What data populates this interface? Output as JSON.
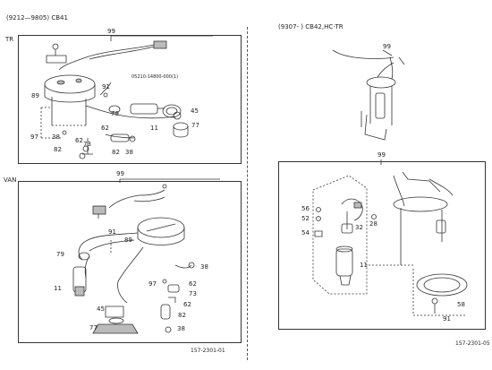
{
  "left": {
    "header": "(9212—9805) CB41",
    "tr": {
      "label": "TR",
      "assembly_no": "99",
      "part_no_note": "05210-14800-000(1)",
      "callouts": [
        "89",
        "91",
        "79",
        "45",
        "11",
        "77",
        "62",
        "97",
        "38",
        "62",
        "73",
        "82",
        "82",
        "38"
      ]
    },
    "van": {
      "label": "VAN",
      "assembly_no": "99",
      "callouts": [
        "91",
        "89",
        "79",
        "11",
        "38",
        "97",
        "62",
        "73",
        "62",
        "82",
        "45",
        "77",
        "38"
      ]
    },
    "code": "157-2301-01"
  },
  "right": {
    "header": "(9307-     ) CB42,HC·TR",
    "upper_no": "99",
    "lower_no": "99",
    "callouts": [
      "56",
      "52",
      "54",
      "28",
      "32",
      "11",
      "58",
      "91"
    ],
    "code": "157-2301-05"
  }
}
